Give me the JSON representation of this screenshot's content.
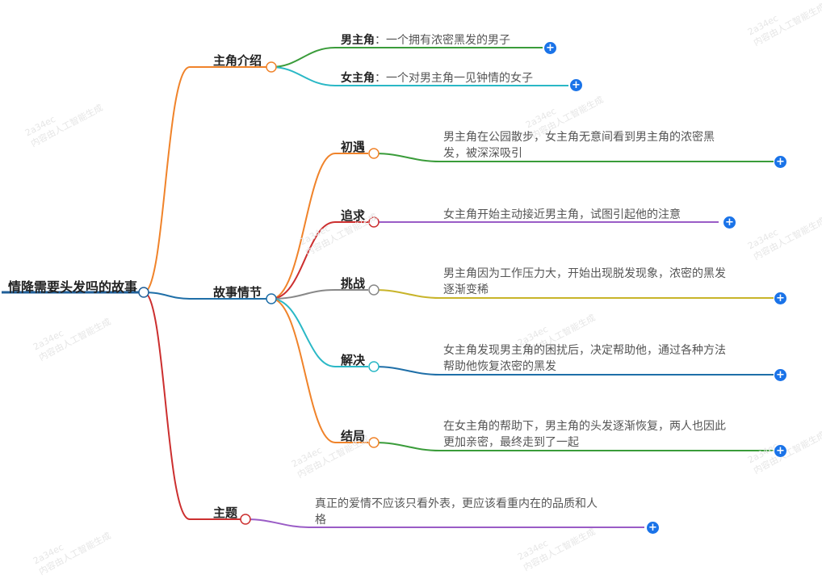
{
  "root": {
    "title": "情降需要头发吗的故事"
  },
  "branches": {
    "intro": {
      "label": "主角介绍",
      "items": [
        {
          "key": "男主角",
          "sep": "：",
          "value": "一个拥有浓密黑发的男子"
        },
        {
          "key": "女主角",
          "sep": "：",
          "value": "一个对男主角一见钟情的女子"
        }
      ]
    },
    "plot": {
      "label": "故事情节",
      "items": [
        {
          "label": "初遇",
          "lines": [
            "男主角在公园散步，女主角无意间看到男主角的浓密黑",
            "发，被深深吸引"
          ]
        },
        {
          "label": "追求",
          "lines": [
            "女主角开始主动接近男主角，试图引起他的注意"
          ]
        },
        {
          "label": "挑战",
          "lines": [
            "男主角因为工作压力大，开始出现脱发现象，浓密的黑发",
            "逐渐变稀"
          ]
        },
        {
          "label": "解决",
          "lines": [
            "女主角发现男主角的困扰后，决定帮助他，通过各种方法",
            "帮助他恢复浓密的黑发"
          ]
        },
        {
          "label": "结局",
          "lines": [
            "在女主角的帮助下，男主角的头发逐渐恢复，两人也因此",
            "更加亲密，最终走到了一起"
          ]
        }
      ]
    },
    "theme": {
      "label": "主题",
      "lines": [
        "真正的爱情不应该只看外表，更应该看重内在的品质和人",
        "格"
      ]
    }
  },
  "expand_symbol": "+",
  "watermark": {
    "line1": "2a34ec",
    "line2": "内容由人工智能生成"
  },
  "colors": {
    "root_line": "#1f5f99",
    "intro": "#f0832a",
    "plot": "#1f6fa8",
    "theme": "#cc2f2f",
    "leaf_male": "#3a9c3a",
    "leaf_female": "#2ab8c6",
    "chuyu": "#f0832a",
    "chuyu_leaf": "#3a9c3a",
    "zhuiqiu": "#cc2f2f",
    "zhuiqiu_leaf": "#9a5cc6",
    "tiaozhan": "#888888",
    "tiaozhan_leaf": "#c8b42a",
    "jiejue": "#2ab8c6",
    "jiejue_leaf": "#1f6fa8",
    "jieju": "#f0832a",
    "jieju_leaf": "#3a9c3a",
    "theme_leaf": "#9a5cc6",
    "plus": "#1a73e8"
  }
}
